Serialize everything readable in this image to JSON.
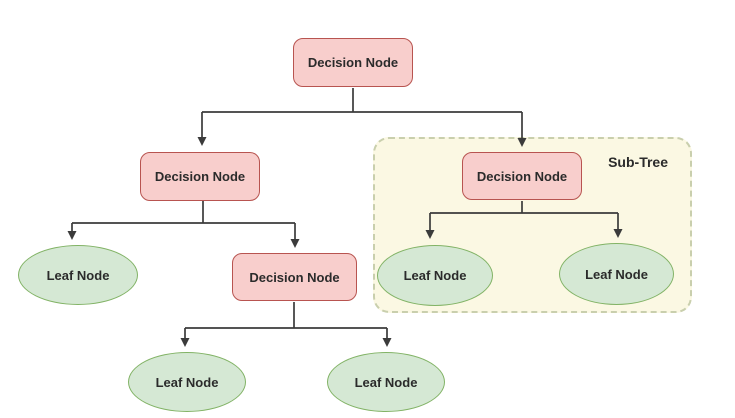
{
  "diagram": {
    "subtree_label": "Sub-Tree",
    "nodes": {
      "root": {
        "label": "Decision Node",
        "type": "decision"
      },
      "left_decision": {
        "label": "Decision Node",
        "type": "decision"
      },
      "subtree_decision": {
        "label": "Decision Node",
        "type": "decision"
      },
      "mid_decision": {
        "label": "Decision Node",
        "type": "decision"
      },
      "leaf_left": {
        "label": "Leaf Node",
        "type": "leaf"
      },
      "bottom_leaf_left": {
        "label": "Leaf Node",
        "type": "leaf"
      },
      "bottom_leaf_right": {
        "label": "Leaf Node",
        "type": "leaf"
      },
      "subtree_leaf_left": {
        "label": "Leaf Node",
        "type": "leaf"
      },
      "subtree_leaf_right": {
        "label": "Leaf Node",
        "type": "leaf"
      }
    },
    "edges": [
      {
        "from": "root",
        "to": "left_decision"
      },
      {
        "from": "root",
        "to": "subtree_decision"
      },
      {
        "from": "left_decision",
        "to": "leaf_left"
      },
      {
        "from": "left_decision",
        "to": "mid_decision"
      },
      {
        "from": "mid_decision",
        "to": "bottom_leaf_left"
      },
      {
        "from": "mid_decision",
        "to": "bottom_leaf_right"
      },
      {
        "from": "subtree_decision",
        "to": "subtree_leaf_left"
      },
      {
        "from": "subtree_decision",
        "to": "subtree_leaf_right"
      }
    ],
    "colors": {
      "decision_fill": "#f8cecc",
      "decision_border": "#b85450",
      "leaf_fill": "#d5e8d4",
      "leaf_border": "#82b366",
      "subtree_fill": "#fbf8e3",
      "subtree_border": "#c9cfad",
      "connector": "#3b3b3b",
      "text": "#2b2b2b"
    }
  }
}
